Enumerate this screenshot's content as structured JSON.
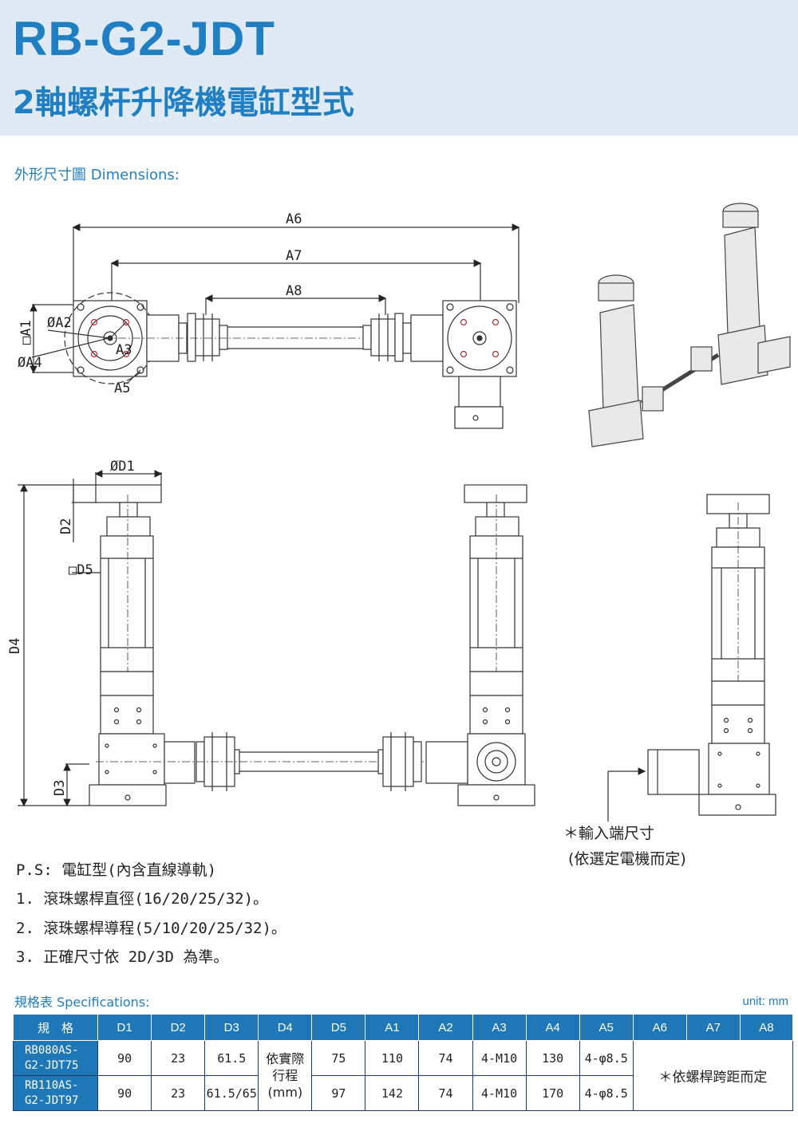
{
  "header": {
    "model": "RB-G2-JDT",
    "subtitle": "2軸螺杆升降機電缸型式"
  },
  "dimensions_section": {
    "title": "外形尺寸圖 Dimensions:"
  },
  "drawing_labels": {
    "A1": "A1",
    "A2": "ØA2",
    "A3": "A3",
    "A4": "ØA4",
    "A5": "A5",
    "A6": "A6",
    "A7": "A7",
    "A8": "A8",
    "D1": "ØD1",
    "D2": "D2",
    "D3": "D3",
    "D4": "D4",
    "D5": "D5"
  },
  "input_note": {
    "line1": "＊輸入端尺寸",
    "line2": "(依選定電機而定)"
  },
  "notes": [
    "P.S: 電缸型(內含直線導軌)",
    "1. 滾珠螺桿直徑(16/20/25/32)。",
    "2. 滾珠螺桿導程(5/10/20/25/32)。",
    "3. 正確尺寸依 2D/3D 為準。"
  ],
  "spec_section": {
    "title": "規格表 Specifications:",
    "unit": "unit: mm"
  },
  "spec_table": {
    "headers": [
      "規　格",
      "D1",
      "D2",
      "D3",
      "D4",
      "D5",
      "A1",
      "A2",
      "A3",
      "A4",
      "A5",
      "A6",
      "A7",
      "A8"
    ],
    "rows": [
      {
        "model_l1": "RB080AS-",
        "model_l2": "G2-JDT75",
        "D1": "90",
        "D2": "23",
        "D3": "61.5",
        "D5": "75",
        "A1": "110",
        "A2": "74",
        "A3": "4-M10",
        "A4": "130",
        "A5": "4-φ8.5"
      },
      {
        "model_l1": "RB110AS-",
        "model_l2": "G2-JDT97",
        "D1": "90",
        "D2": "23",
        "D3": "61.5/65",
        "D5": "97",
        "A1": "142",
        "A2": "74",
        "A3": "4-M10",
        "A4": "170",
        "A5": "4-φ8.5"
      }
    ],
    "d4_merged_l1": "依實際",
    "d4_merged_l2": "行程",
    "d4_merged_l3": "(mm)",
    "a6_a8_merged": "＊依螺桿跨距而定"
  }
}
